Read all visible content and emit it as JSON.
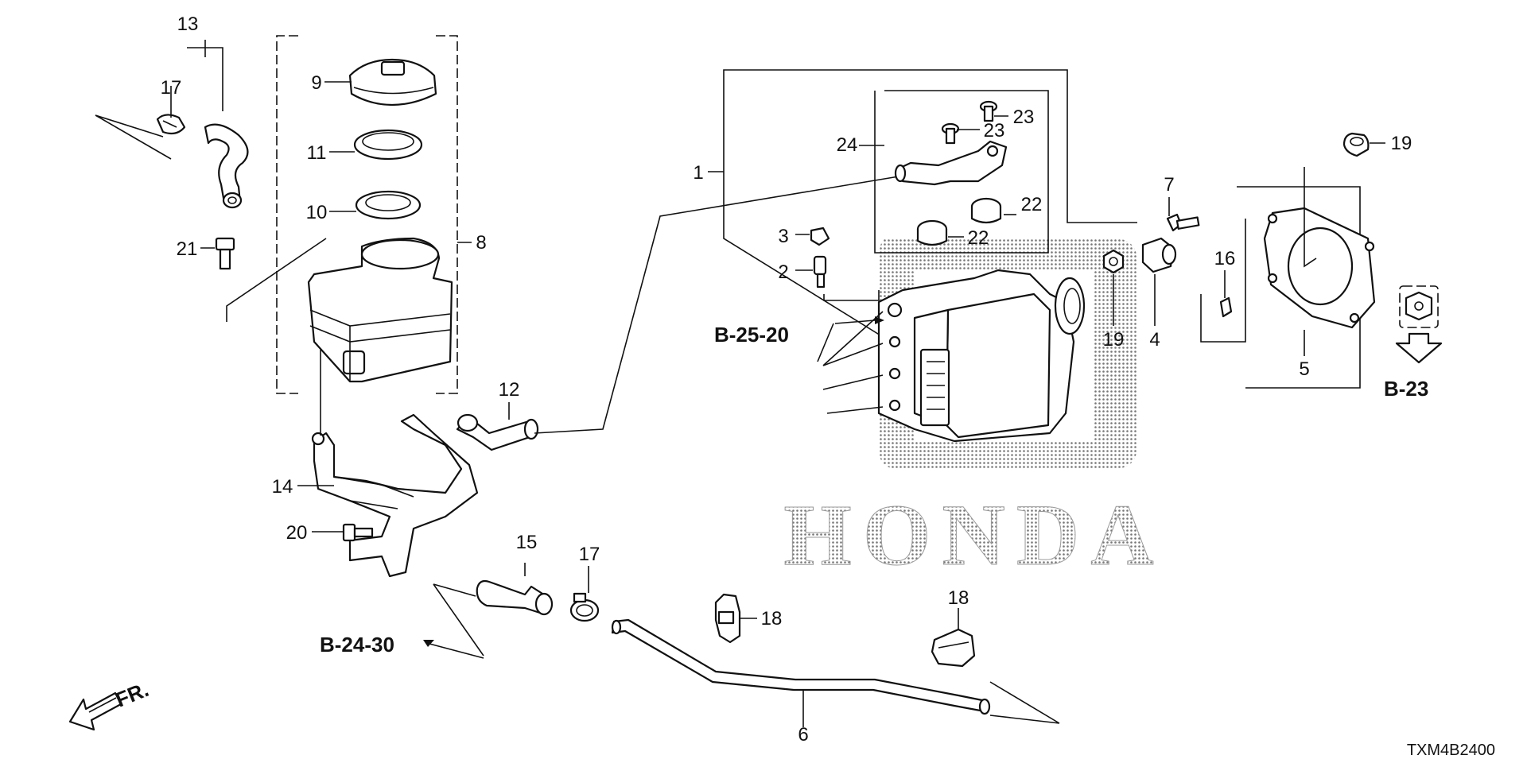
{
  "labels": {
    "p1": "1",
    "p2": "2",
    "p3": "3",
    "p4": "4",
    "p5": "5",
    "p6": "6",
    "p7": "7",
    "p8": "8",
    "p9": "9",
    "p10": "10",
    "p11": "11",
    "p12": "12",
    "p13": "13",
    "p14": "14",
    "p15": "15",
    "p16": "16",
    "p17a": "17",
    "p17b": "17",
    "p18a": "18",
    "p18b": "18",
    "p19a": "19",
    "p19b": "19",
    "p20": "20",
    "p21": "21",
    "p22a": "22",
    "p22b": "22",
    "p23a": "23",
    "p23b": "23",
    "p24": "24"
  },
  "references": {
    "b2520": "B-25-20",
    "b23": "B-23",
    "b2430": "B-24-30"
  },
  "direction": "FR.",
  "watermark": "HONDA",
  "diagram_code": "TXM4B2400",
  "colors": {
    "ink": "#111111",
    "paper": "#ffffff",
    "halftone": "#888888"
  }
}
